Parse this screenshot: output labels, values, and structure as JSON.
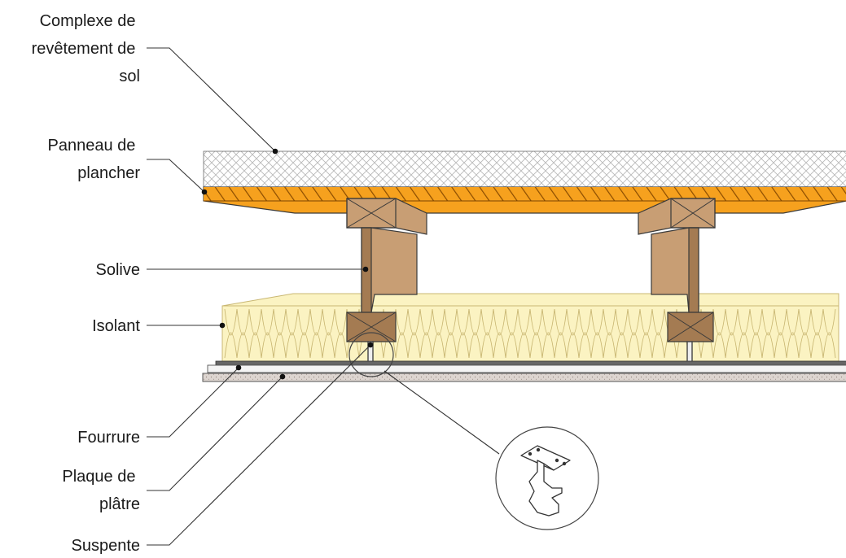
{
  "labels": {
    "revetement": [
      "Complexe de",
      "revêtement de",
      "sol"
    ],
    "panneau": [
      "Panneau de",
      "plancher"
    ],
    "solive": [
      "Solive"
    ],
    "isolant": [
      "Isolant"
    ],
    "fourrure": [
      "Fourrure"
    ],
    "plaque": [
      "Plaque de",
      "plâtre"
    ],
    "suspente": [
      "Suspente"
    ]
  },
  "colors": {
    "floor_panel": "#f6a11e",
    "panel_hatch": "#8a4c00",
    "joist_wood": "#c89e74",
    "joist_dark": "#a47b52",
    "insulation": "#fbf3c2",
    "insulation_stroke": "#c9b773",
    "covering_hatch": "#b9b9b9",
    "plasterboard": "#ddd5d0",
    "furring": "#f4f4f4"
  },
  "icons": [
    "wood-cross-section-icon",
    "ceiling-hanger-icon"
  ]
}
